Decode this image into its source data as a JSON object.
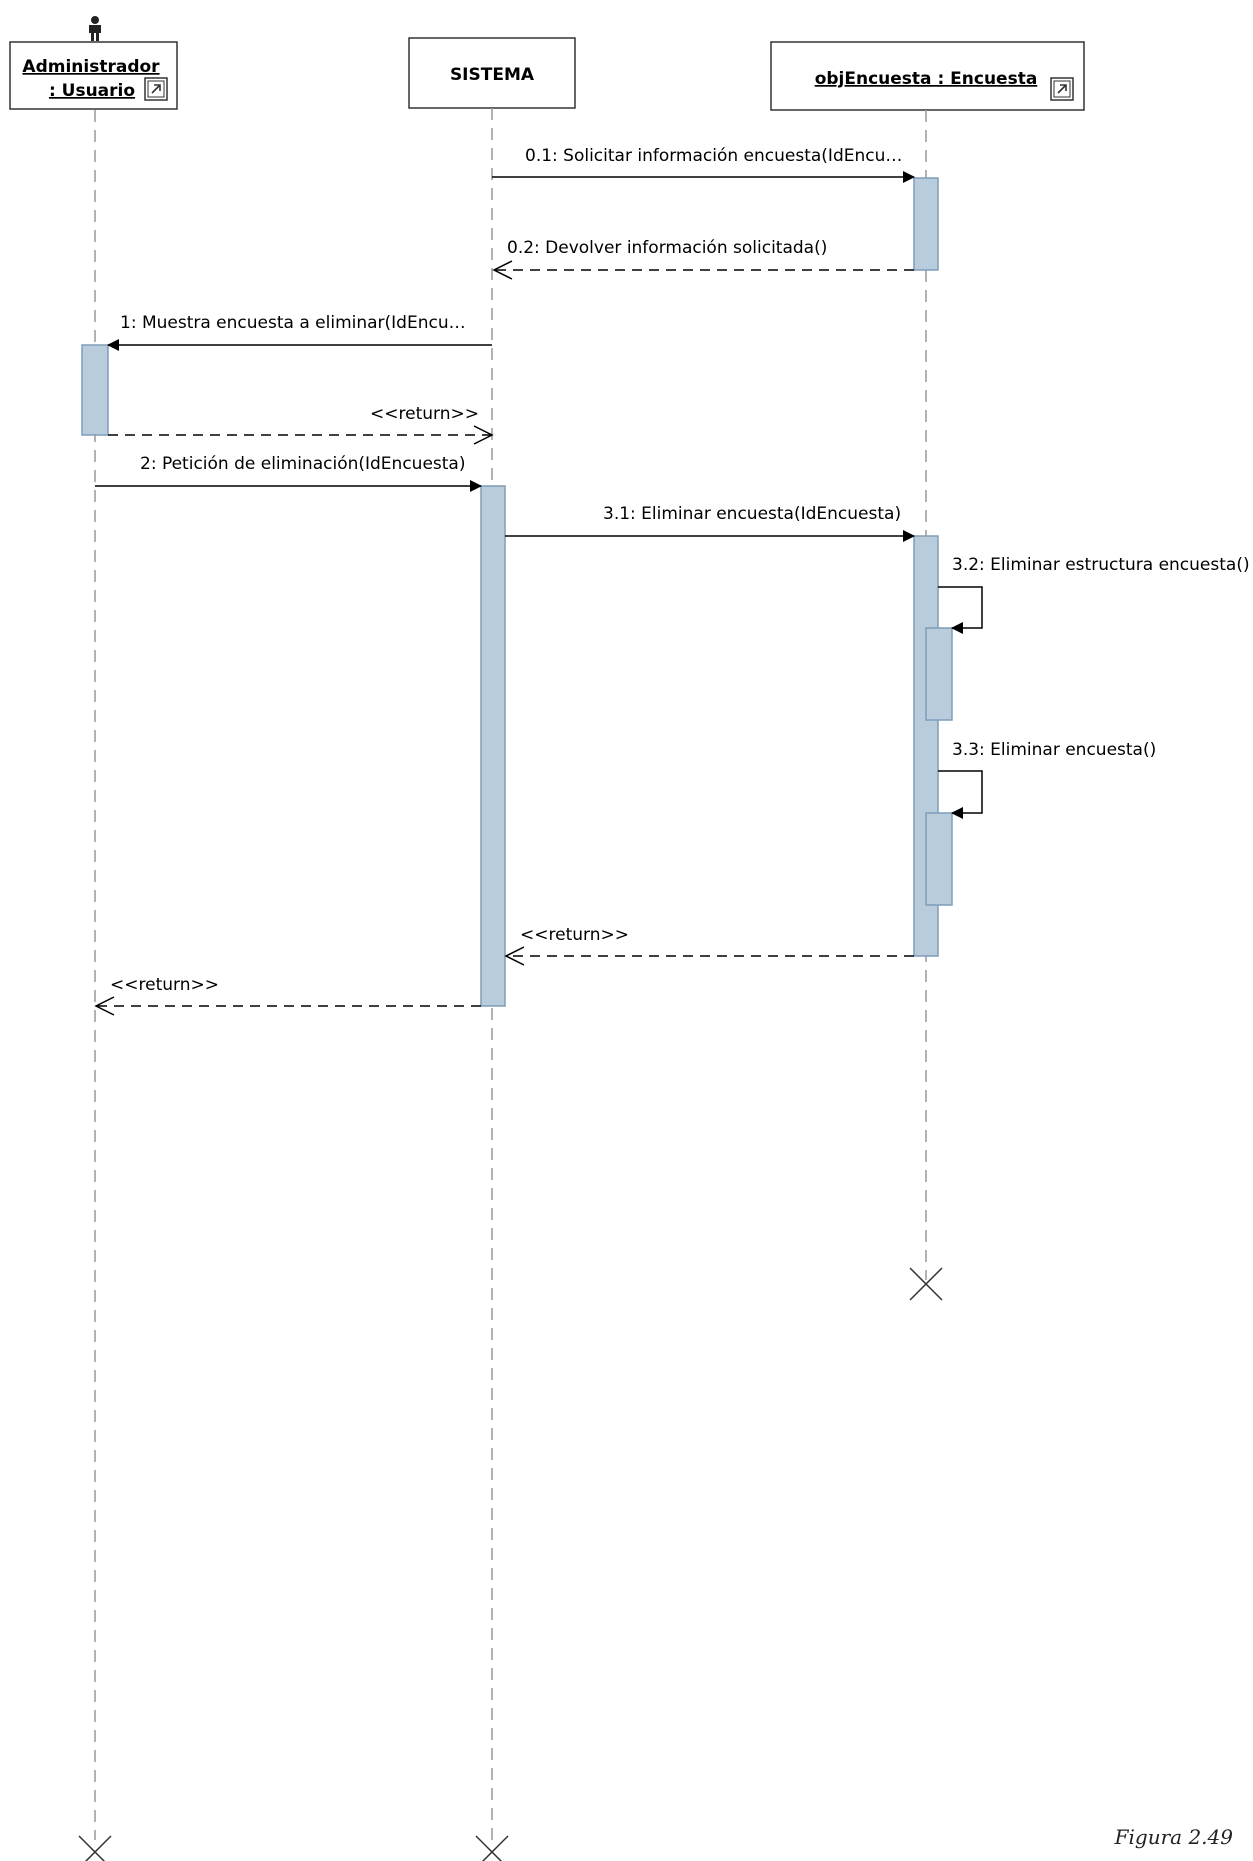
{
  "lifelines": {
    "admin": {
      "name": "Administrador",
      "type": ": Usuario"
    },
    "sistema": {
      "name": "SISTEMA"
    },
    "encuesta": {
      "name": "objEncuesta : Encuesta"
    }
  },
  "messages": {
    "m01": "0.1: Solicitar información encuesta(IdEncu…",
    "m02": "0.2: Devolver información solicitada()",
    "m1": "1: Muestra encuesta a eliminar(IdEncu…",
    "m1r": "<<return>>",
    "m2": "2: Petición de eliminación(IdEncuesta)",
    "m31": "3.1: Eliminar encuesta(IdEncuesta)",
    "m32": "3.2: Eliminar estructura encuesta()",
    "m33": "3.3: Eliminar encuesta()",
    "m3r": "<<return>>",
    "m2r": "<<return>>"
  },
  "caption": "Figura 2.49",
  "colors": {
    "activation_fill": "#b8ccdc",
    "activation_stroke": "#7f9db9",
    "lifeline": "#999999",
    "line": "#000000"
  },
  "icons": [
    "actor-icon",
    "shortcut-icon"
  ]
}
